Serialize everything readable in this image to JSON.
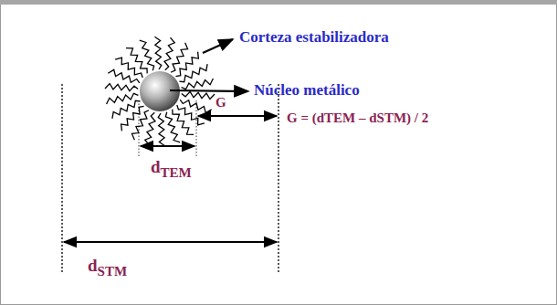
{
  "diagram": {
    "labels": [
      "Corteza estabilizadora",
      "Núcleo metálico",
      "G",
      "G = (dTEM – dSTM) / 2",
      "dTEM",
      "dSTM"
    ]
  }
}
